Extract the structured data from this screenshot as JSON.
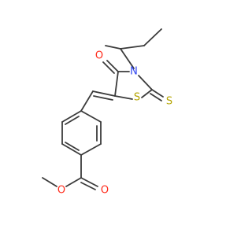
{
  "molecule": {
    "atoms": {
      "o_ketone": "O",
      "n_ring": "N",
      "s_ring": "S",
      "s_thione": "S",
      "o_ester_carbonyl": "O",
      "o_ester_ether": "O"
    },
    "colors": {
      "bond": "#3b3b3b",
      "oxygen": "#ff2a1a",
      "sulfur": "#b4a400",
      "nitrogen": "#2f45f0"
    }
  }
}
